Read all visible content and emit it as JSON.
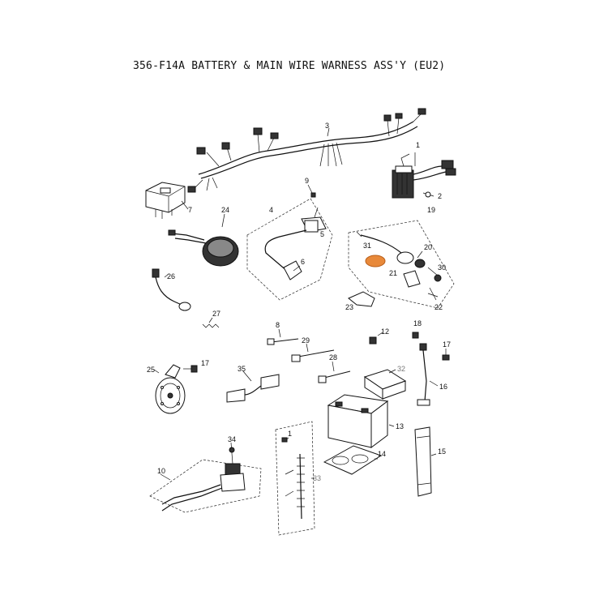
{
  "title": "356-F14A  BATTERY & MAIN WIRE WARNESS ASS'Y (EU2)",
  "colors": {
    "ink": "#111111",
    "highlight": "#e8893a",
    "callout_gray": "#777777"
  },
  "callouts": {
    "n1": "1",
    "n2": "2",
    "n3": "3",
    "n4": "4",
    "n5": "5",
    "n6": "6",
    "n7": "7",
    "n8": "8",
    "n9": "9",
    "n10": "10",
    "n12": "12",
    "n13": "13",
    "n14": "14",
    "n15": "15",
    "n16": "16",
    "n17a": "17",
    "n17b": "17",
    "n18": "18",
    "n19": "19",
    "n20": "20",
    "n21": "21",
    "n22": "22",
    "n23": "23",
    "n24": "24",
    "n25": "25",
    "n26": "26",
    "n27": "27",
    "n28": "28",
    "n29": "29",
    "n30": "30",
    "n31": "31",
    "n32": "32",
    "n33": "33",
    "n34": "34",
    "n35": "35"
  }
}
